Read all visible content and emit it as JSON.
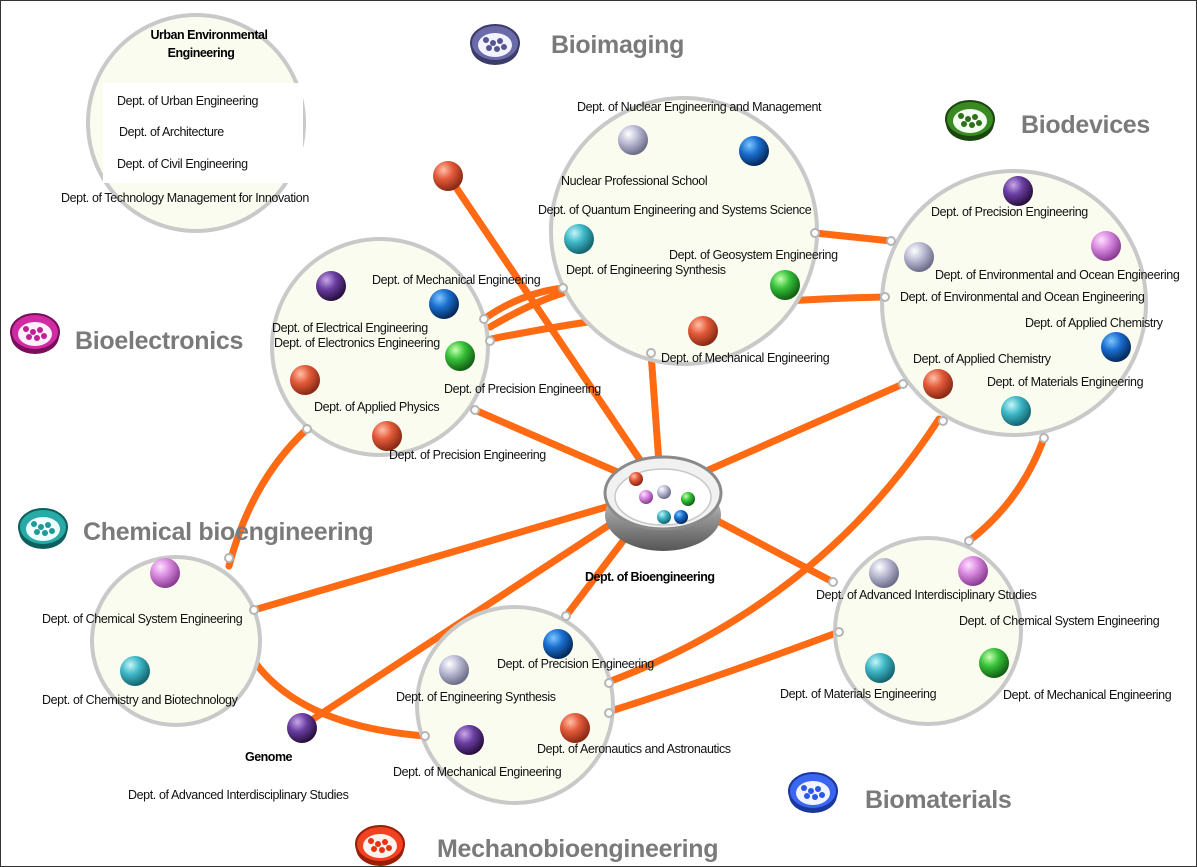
{
  "center_label": "Dept. of Bioengineering",
  "fields": {
    "bioimaging": "Bioimaging",
    "biodevices": "Biodevices",
    "bioelectronics": "Bioelectronics",
    "chemical_bioengineering": "Chemical bioengineering",
    "biomaterials": "Biomaterials",
    "mechanobioengineering": "Mechanobioengineering"
  },
  "colors": {
    "link": "#ff6a13",
    "bubble_fill": "#fbfcf0",
    "bubble_stroke": "#c9c9c9",
    "bioimaging": "#55558f",
    "biodevices": "#2f6e1c",
    "bioelectronics": "#c21f96",
    "chemical_bioengineering": "#1f9a97",
    "biomaterials": "#2d57e8",
    "mechanobioengineering": "#e83210"
  },
  "urban": {
    "title_line1": "Urban Environmental",
    "title_line2": "Engineering",
    "depts": [
      "Dept. of Urban Engineering",
      "Dept. of Architecture",
      "Dept. of Civil Engineering",
      "Dept. of Technology Management for Innovation"
    ]
  },
  "bioimaging_group": {
    "depts": [
      "Dept. of Nuclear Engineering and Management",
      "Nuclear Professional School",
      "Dept. of Quantum Engineering and Systems Science",
      "Dept. of Geosystem Engineering",
      "Dept. of Engineering Synthesis",
      "Dept. of Mechanical Engineering"
    ]
  },
  "biodevices_group": {
    "depts": [
      "Dept. of Precision Engineering",
      "Dept. of Environmental and Ocean Engineering",
      "Dept. of Environmental and Ocean Engineering",
      "Dept. of Applied Chemistry",
      "Dept. of Applied Chemistry",
      "Dept. of Materials Engineering"
    ]
  },
  "bioelectronics_group": {
    "depts": [
      "Dept. of Mechanical Engineering",
      "Dept. of Electrical Engineering",
      "Dept. of Electronics Engineering",
      "Dept. of Precision Engineering",
      "Dept. of Applied Physics",
      "Dept. of Precision Engineering"
    ]
  },
  "chemical_group": {
    "depts": [
      "Dept. of Chemical System Engineering",
      "Dept. of Chemistry and Biotechnology"
    ]
  },
  "mechano_group": {
    "depts": [
      "Dept. of Precision Engineering",
      "Dept. of Engineering Synthesis",
      "Dept. of Aeronautics and Astronautics",
      "Dept. of Mechanical Engineering"
    ]
  },
  "biomaterials_group": {
    "depts": [
      "Dept. of Advanced Interdisciplinary Studies",
      "Dept. of Chemical System Engineering",
      "Dept. of Materials Engineering",
      "Dept. of Mechanical Engineering"
    ]
  },
  "genome": {
    "title": "Genome",
    "dept": "Dept. of Advanced Interdisciplinary Studies"
  }
}
